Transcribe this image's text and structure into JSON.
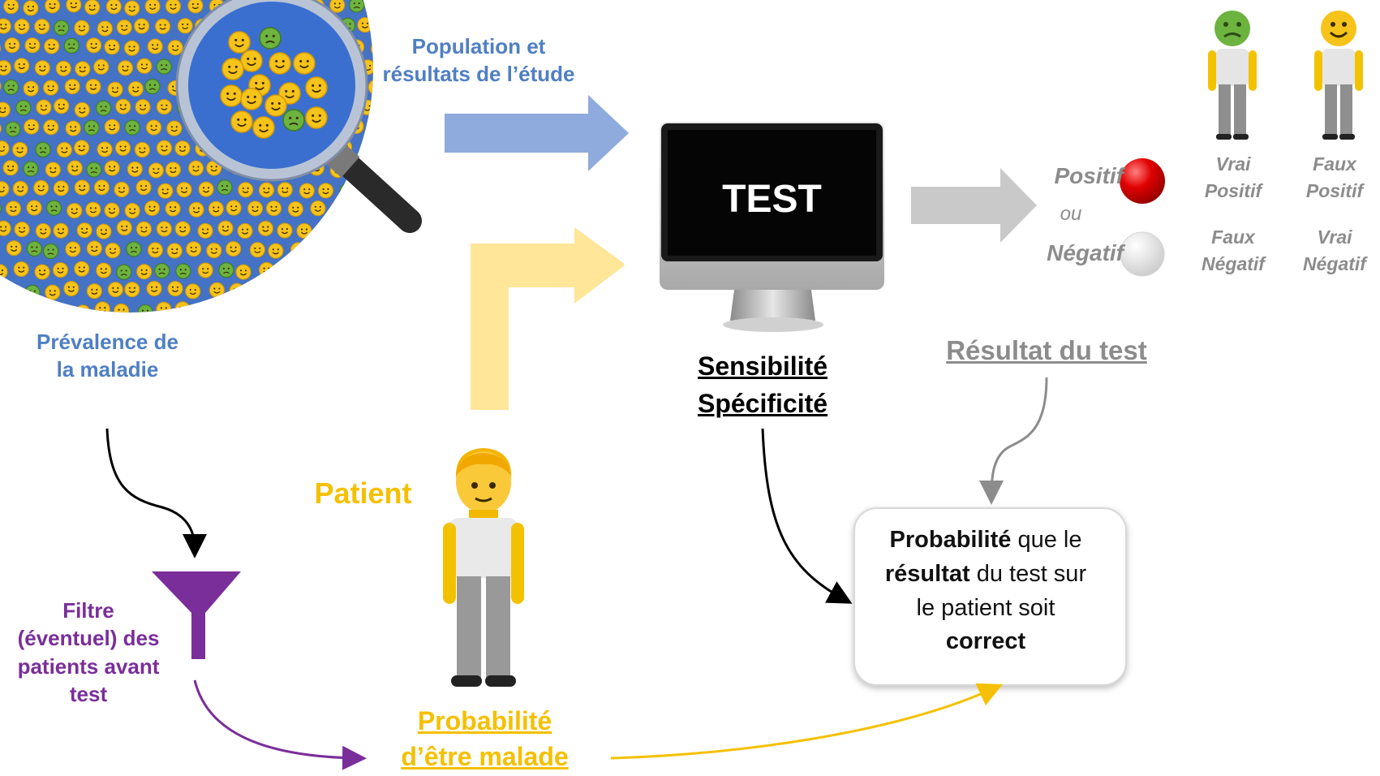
{
  "population": {
    "line1": "Population et",
    "line2": "résultats de l’étude"
  },
  "prevalence": {
    "line1": "Prévalence de",
    "line2": "la maladie"
  },
  "filter": {
    "line1": "Filtre",
    "line2": "(éventuel) des",
    "line3": "patients avant",
    "line4": "test"
  },
  "patient": {
    "label": "Patient"
  },
  "probability_sick": {
    "line1": "Probabilité",
    "line2": "d’être malade"
  },
  "test": {
    "screen_label": "TEST",
    "sensitivity": "Sensibilité",
    "specificity": "Spécificité"
  },
  "outcomes": {
    "positive": "Positif",
    "or": "ou",
    "negative": "Négatif",
    "true_positive": {
      "line1": "Vrai",
      "line2": "Positif"
    },
    "false_positive": {
      "line1": "Faux",
      "line2": "Positif"
    },
    "false_negative": {
      "line1": "Faux",
      "line2": "Négatif"
    },
    "true_negative": {
      "line1": "Vrai",
      "line2": "Négatif"
    }
  },
  "test_result": {
    "label": "Résultat du test"
  },
  "result_box": {
    "w1": "Probabilité",
    "w2": " que le",
    "w3": "résultat",
    "w4": " du test sur",
    "w5": "le patient soit",
    "w6": "correct"
  },
  "colors": {
    "blue": "#4f7fc4",
    "yellow": "#f5c000",
    "purple": "#7a2e9a",
    "gray": "#8c8c8c",
    "red": "#e00000"
  }
}
